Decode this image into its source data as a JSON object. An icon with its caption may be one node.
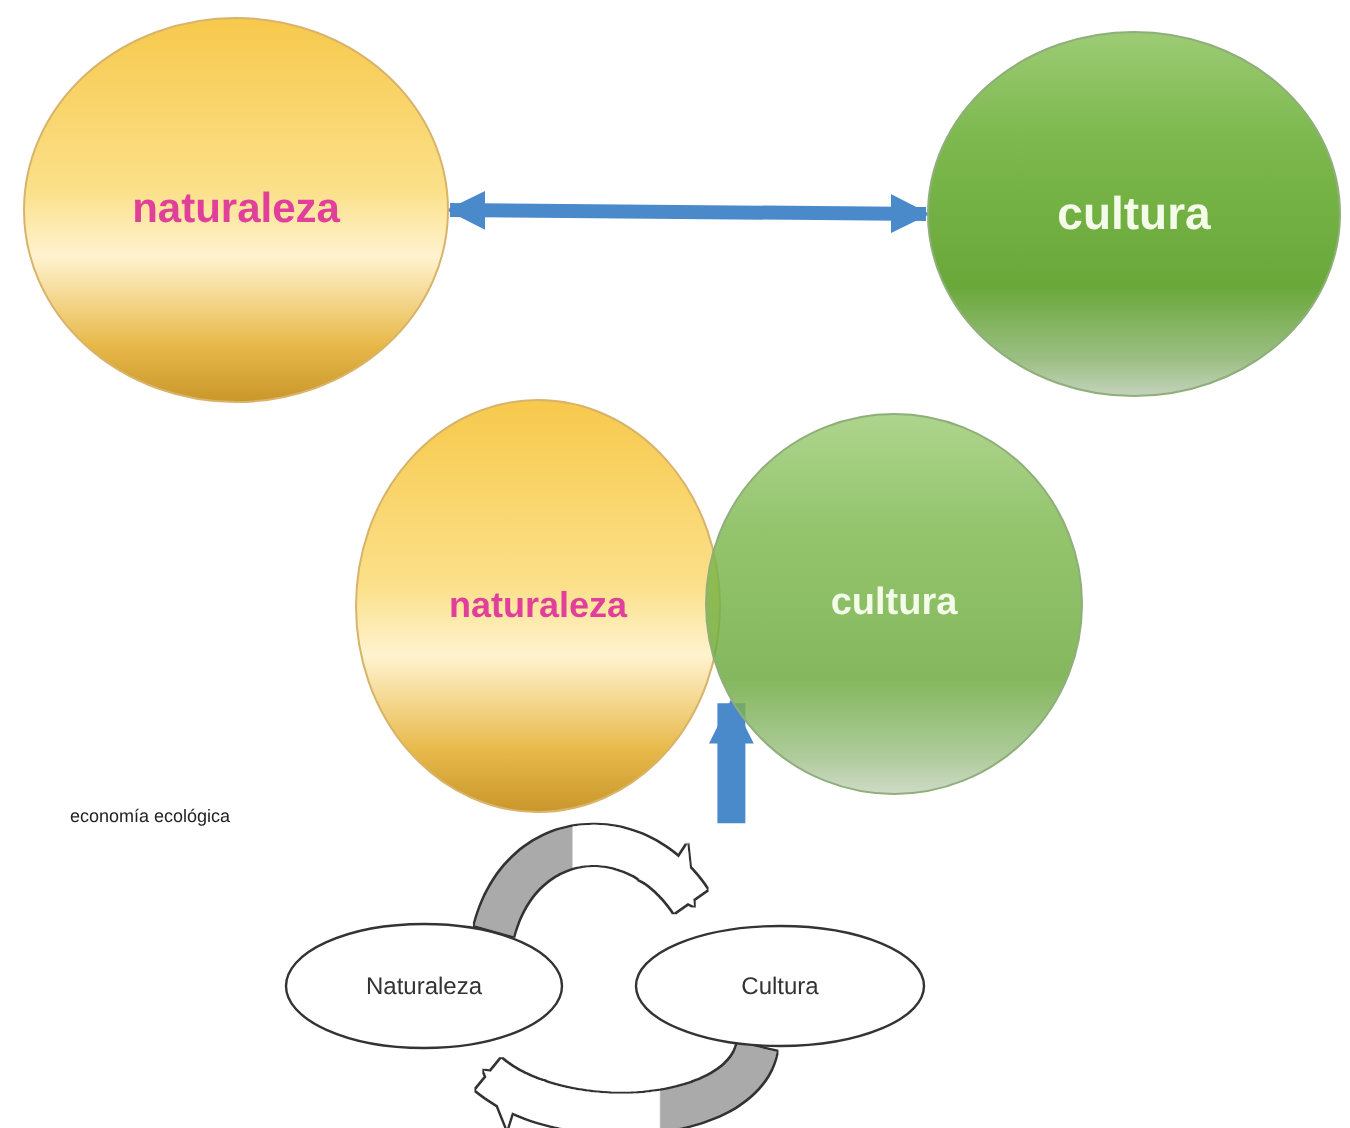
{
  "diagram": {
    "nodes": [
      {
        "text": [
          "naturaleza"
        ]
      },
      {
        "text": [
          "cultura"
        ]
      },
      {
        "text": [
          "naturaleza"
        ]
      },
      {
        "text": [
          "cultura"
        ]
      },
      {
        "text": [
          "Naturaleza"
        ]
      },
      {
        "text": [
          "Cultura"
        ]
      }
    ],
    "edges": [
      {
        "from": 0,
        "to": 1,
        "arrow": "both"
      },
      {
        "from": null,
        "to": 3,
        "arrow": "to",
        "style": "thick"
      },
      {
        "from": 4,
        "to": 5,
        "arrow": "to",
        "color": "#333333"
      },
      {
        "from": 5,
        "to": 4,
        "arrow": "to",
        "color": "#333333"
      }
    ],
    "labels": [
      "economía ecológica"
    ]
  }
}
